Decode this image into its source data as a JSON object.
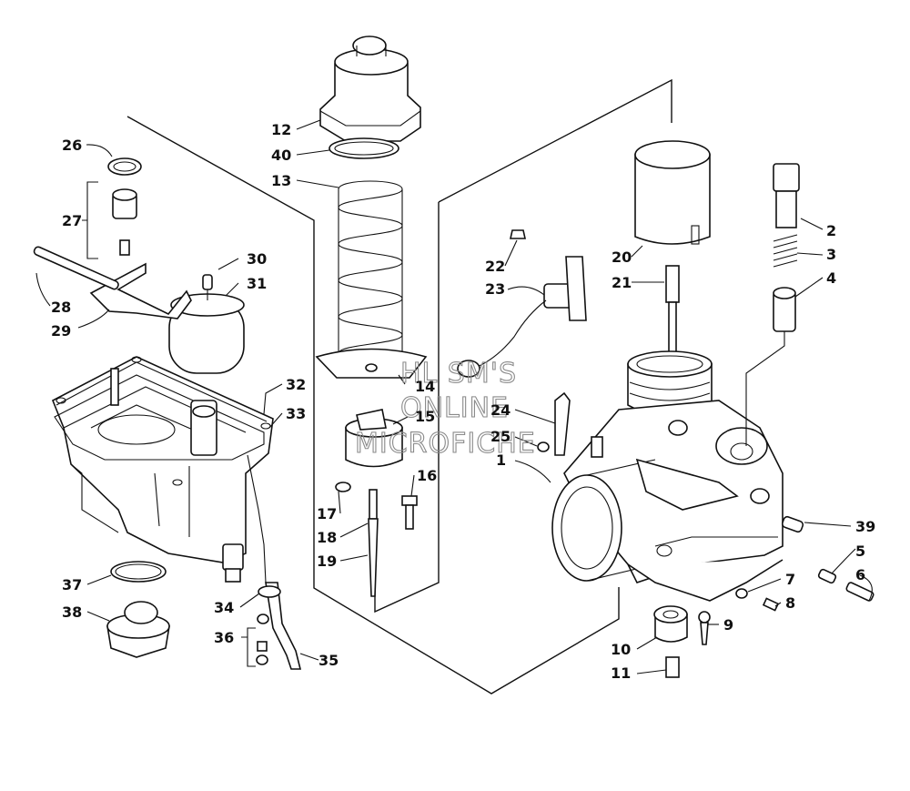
{
  "watermark": [
    "HL SM'S",
    "ONLINE",
    "MICROFICHE"
  ],
  "callouts": [
    "1",
    "2",
    "3",
    "4",
    "5",
    "6",
    "7",
    "8",
    "9",
    "10",
    "11",
    "12",
    "13",
    "14",
    "15",
    "16",
    "17",
    "18",
    "19",
    "20",
    "21",
    "22",
    "23",
    "24",
    "25",
    "26",
    "27",
    "28",
    "29",
    "30",
    "31",
    "32",
    "33",
    "34",
    "35",
    "36",
    "37",
    "38",
    "39",
    "40"
  ]
}
